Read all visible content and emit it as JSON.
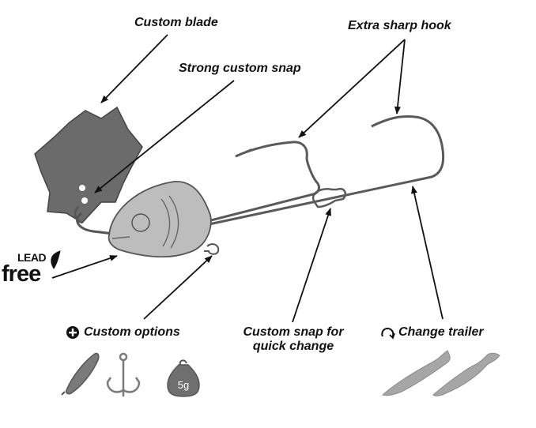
{
  "labels": {
    "custom_blade": "Custom blade",
    "strong_custom_snap": "Strong custom snap",
    "extra_sharp_hook": "Extra sharp hook",
    "custom_options": "Custom options",
    "custom_snap_line1": "Custom snap for",
    "custom_snap_line2": "quick change",
    "change_trailer": "Change trailer"
  },
  "badge": {
    "lead": "LEAD",
    "free": "free"
  },
  "weight_label": "5g",
  "icons": [
    "plus-circle-icon",
    "refresh-icon",
    "leaf-icon",
    "spoon-lure-icon",
    "treble-hook-icon",
    "sinker-weight-icon",
    "soft-trailer-icon"
  ],
  "colors": {
    "blade": "#6b6b6b",
    "head": "#bdbdbd",
    "wire": "#555555",
    "trailer": "#a6a6a6",
    "text": "#111111"
  }
}
